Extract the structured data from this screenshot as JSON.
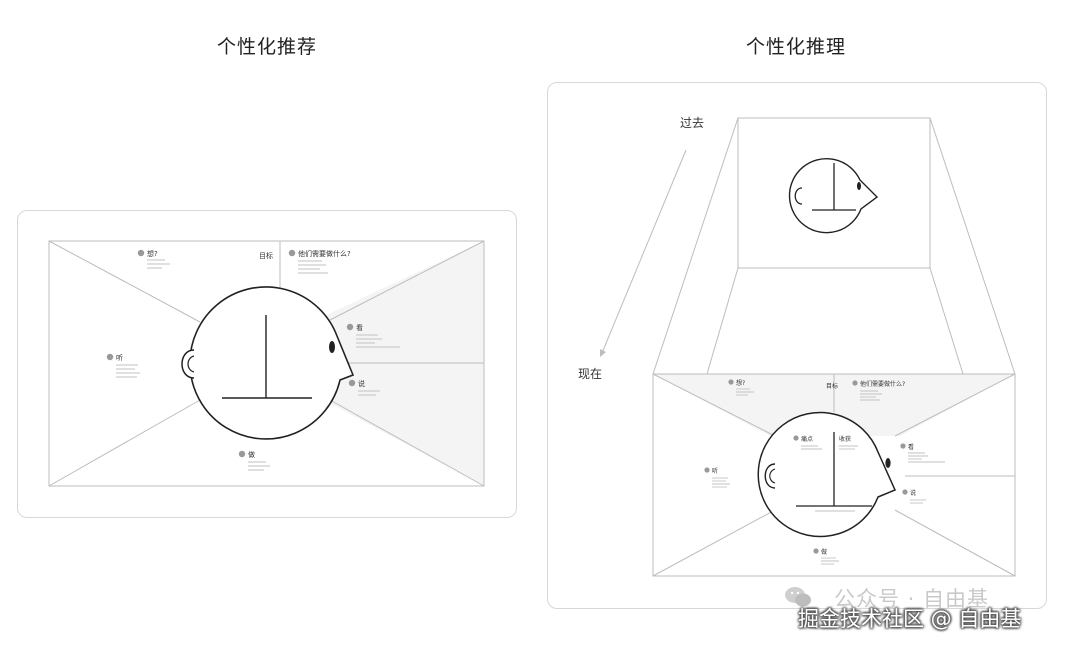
{
  "titles": {
    "left": "个性化推荐",
    "right": "个性化推理"
  },
  "map_labels": {
    "think": "想?",
    "goal": "目标",
    "need": "他们需要做什么?",
    "see": "看",
    "say": "说",
    "hear": "听",
    "do": "做",
    "pain": "痛点",
    "gain": "收获"
  },
  "timeline": {
    "past": "过去",
    "now": "现在"
  },
  "watermark": {
    "line1": "公众号 · 自由基",
    "line2": "掘金技术社区 @ 自由基"
  },
  "icons": [
    "head-profile-icon",
    "ear-icon",
    "eye-icon",
    "wechat-icon"
  ]
}
